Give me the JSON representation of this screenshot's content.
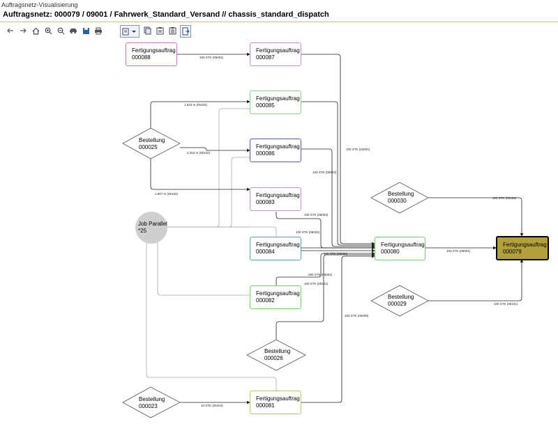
{
  "window": {
    "title": "Auftragsnetz-Visualisierung"
  },
  "header": {
    "title": "Auftragsnetz: 000079 / 09001 / Fahrwerk_Standard_Versand // chassis_standard_dispatch"
  },
  "toolbar": {
    "icons": [
      "arrow-left-icon",
      "arrow-right-icon",
      "home-icon",
      "zoom-in-icon",
      "zoom-out-icon",
      "car-icon",
      "save-icon",
      "print-icon",
      "layout-dropdown-icon",
      "copy-icon",
      "clipboard-icon",
      "clipboard-list-icon",
      "export-icon"
    ]
  },
  "colors": {
    "accent": "#f0b54c",
    "selected_fill": "#b2a13b",
    "job_fill": "#cfcfcf"
  },
  "nodes": {
    "fa88": {
      "title": "Fertigungsauftrag",
      "number": "000088",
      "color": "#c774c7"
    },
    "fa87": {
      "title": "Fertigungsauftrag",
      "number": "000087",
      "color": "#c78fd0"
    },
    "fa85": {
      "title": "Fertigungsauftrag",
      "number": "000085",
      "color": "#8fcf8f"
    },
    "fa86": {
      "title": "Fertigungsauftrag",
      "number": "000086",
      "color": "#5a5aa8"
    },
    "fa83": {
      "title": "Fertigungsauftrag",
      "number": "000083",
      "color": "#c78fd0"
    },
    "fa84": {
      "title": "Fertigungsauftrag",
      "number": "000084",
      "color": "#5a9fb8"
    },
    "fa82": {
      "title": "Fertigungsauftrag",
      "number": "000082",
      "color": "#6fce6f"
    },
    "fa80": {
      "title": "Fertigungsauftrag",
      "number": "000080",
      "color": "#6fce6f"
    },
    "fa81": {
      "title": "Fertigungsauftrag",
      "number": "000081",
      "color": "#a9d36a"
    },
    "fa79": {
      "title": "Fertigungsauftrag",
      "number": "000079"
    },
    "b25": {
      "title": "Bestellung",
      "number": "000025"
    },
    "b30": {
      "title": "Bestellung",
      "number": "000030"
    },
    "b29": {
      "title": "Bestellung",
      "number": "000029"
    },
    "b26": {
      "title": "Bestellung",
      "number": "000026"
    },
    "b23": {
      "title": "Bestellung",
      "number": "000023"
    },
    "job": {
      "title": "Job Parallel",
      "number": "*25"
    }
  },
  "edge_labels": {
    "e88_87": "100 STK (05001)",
    "e25_85": "1.543 m (05102)",
    "e25_86": "2.253 m (05102)",
    "e25_83": "1.907 m (05102)",
    "e87_80": "100 STK (04001)",
    "e86_80": "100 STK (05003)",
    "e83_80": "100 STK (05003)",
    "e84_80": "100 STK (05002)",
    "e_mid": "100 STK (05006)",
    "e82_80": "200 STK (05001)",
    "e_b26": "100 STK (05101)",
    "e81_80": "100 STK (05009)",
    "e23_81": "10 STK (05104)",
    "e80_79": "100 STK (06001)",
    "e30_79": "100 STK (05102)",
    "e29_79": "100 STK (06101)"
  }
}
